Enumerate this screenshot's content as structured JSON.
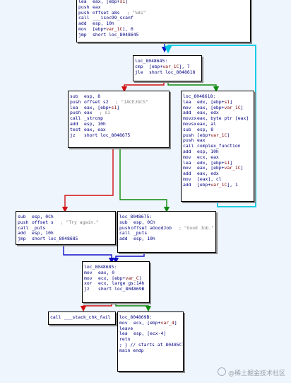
{
  "watermark": {
    "text": "@稀土掘金技术社区"
  },
  "colors": {
    "green": "#0c8a0c",
    "red": "#d01010",
    "blue": "#1010c8",
    "cyan": "#00c8e0",
    "background": "#eff5fd"
  },
  "blocks": [
    {
      "id": "top",
      "lines": [
        {
          "m": "lea",
          "op": "eax, [ebp+",
          "pl": "s1",
          "op2": "]"
        },
        {
          "m": "push",
          "op": "eax"
        },
        {
          "m": "push",
          "op": "offset a8s",
          "cm": "; \"%8s\""
        },
        {
          "m": "call",
          "op": "___isoc99_scanf"
        },
        {
          "m": "add",
          "op": "esp, 10h"
        },
        {
          "m": "mov",
          "op": "[ebp+",
          "pl": "var_1C",
          "op2": "], 0"
        },
        {
          "m": "jmp",
          "op": "short loc_8048645"
        }
      ]
    },
    {
      "id": "loop-check",
      "label": "loc_8048645:",
      "lines": [
        {
          "m": "cmp",
          "op": "[ebp+",
          "pl": "var_1C",
          "op2": "], 7"
        },
        {
          "m": "jle",
          "op": "short loc_8048618"
        }
      ]
    },
    {
      "id": "compare",
      "lines": [
        {
          "m": "sub",
          "op": "esp, 8"
        },
        {
          "m": "push",
          "op": "offset s2",
          "cm": "; \"JACEJGCS\""
        },
        {
          "m": "lea",
          "op": "eax, [ebp+",
          "pl": "s1",
          "op2": "]"
        },
        {
          "m": "push",
          "op": "eax",
          "cm": "; s1"
        },
        {
          "m": "call",
          "op": "_strcmp"
        },
        {
          "m": "add",
          "op": "esp, 10h"
        },
        {
          "m": "test",
          "op": "eax, eax"
        },
        {
          "m": "jz",
          "op": "short loc_8048675"
        }
      ]
    },
    {
      "id": "loop-body",
      "label": "loc_8048618:",
      "lines": [
        {
          "m": "lea",
          "op": "edx, [ebp+",
          "pl": "s1",
          "op2": "]"
        },
        {
          "m": "mov",
          "op": "eax, [ebp+",
          "pl": "var_1C",
          "op2": "]"
        },
        {
          "m": "add",
          "op": "eax, edx"
        },
        {
          "m": "movzx",
          "op": "eax, byte ptr [eax]"
        },
        {
          "m": "movsx",
          "op": "eax, al"
        },
        {
          "m": "sub",
          "op": "esp, 8"
        },
        {
          "m": "push",
          "op": "[ebp+",
          "pl": "var_1C",
          "op2": "]"
        },
        {
          "m": "push",
          "op": "eax"
        },
        {
          "m": "call",
          "op": "complex_function"
        },
        {
          "m": "add",
          "op": "esp, 10h"
        },
        {
          "m": "mov",
          "op": "ecx, eax"
        },
        {
          "m": "lea",
          "op": "edx, [ebp+",
          "pl": "s1",
          "op2": "]"
        },
        {
          "m": "mov",
          "op": "eax, [ebp+",
          "pl": "var_1C",
          "op2": "]"
        },
        {
          "m": "add",
          "op": "eax, edx"
        },
        {
          "m": "mov",
          "op": "[eax], cl"
        },
        {
          "m": "add",
          "op": "[ebp+",
          "pl": "var_1C",
          "op2": "], 1"
        }
      ]
    },
    {
      "id": "try-again",
      "lines": [
        {
          "m": "sub",
          "op": "esp, 0Ch"
        },
        {
          "m": "push",
          "op": "offset s",
          "cm": "; \"Try again.\""
        },
        {
          "m": "call",
          "op": "_puts"
        },
        {
          "m": "add",
          "op": "esp, 10h"
        },
        {
          "m": "jmp",
          "op": "short loc_8048685"
        }
      ]
    },
    {
      "id": "good-job",
      "label": "loc_8048675:",
      "lines": [
        {
          "m": "sub",
          "op": "esp, 0Ch"
        },
        {
          "m": "push",
          "op": "offset aGoodJob",
          "cm": "; \"Good Job.\""
        },
        {
          "m": "call",
          "op": "_puts"
        },
        {
          "m": "add",
          "op": "esp, 10h"
        }
      ]
    },
    {
      "id": "canary-check",
      "label": "loc_8048685:",
      "lines": [
        {
          "m": "mov",
          "op": "eax, 0"
        },
        {
          "m": "mov",
          "op": "ecx, [ebp+",
          "pl": "var_C",
          "op2": "]"
        },
        {
          "m": "xor",
          "op": "ecx, large gs:14h"
        },
        {
          "m": "jz",
          "op": "short loc_804869B"
        }
      ]
    },
    {
      "id": "stack-fail",
      "lines": [
        {
          "m": "call",
          "op": "___stack_chk_fail"
        }
      ]
    },
    {
      "id": "epilogue",
      "label": "loc_804869B:",
      "lines": [
        {
          "m": "mov",
          "op": "ecx, [ebp+",
          "pl": "var_4",
          "op2": "]"
        },
        {
          "m": "leave",
          "op": ""
        },
        {
          "m": "lea",
          "op": "esp, [ecx-4]"
        },
        {
          "m": "retn",
          "op": ""
        },
        {
          "m": "",
          "op": "; } // starts at 80485C7"
        },
        {
          "m": "",
          "op": "main endp"
        }
      ]
    }
  ]
}
